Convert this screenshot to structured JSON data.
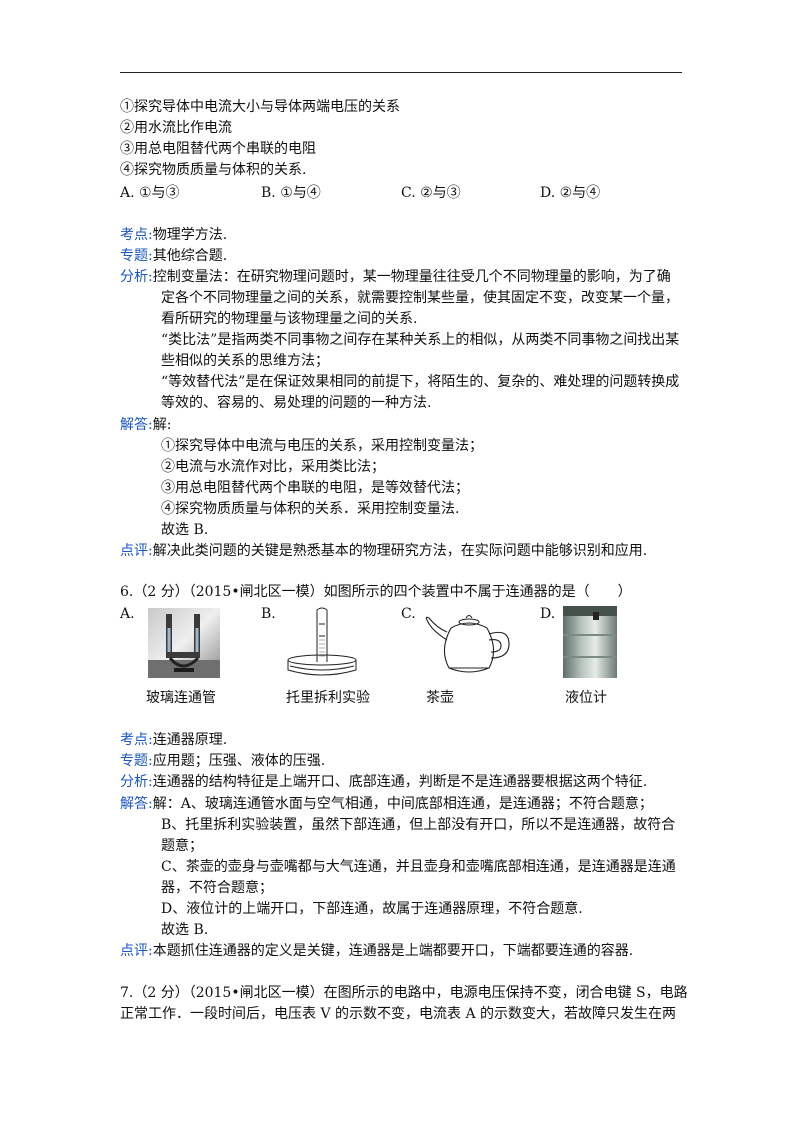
{
  "q5": {
    "items": [
      "①探究导体中电流大小与导体两端电压的关系",
      "②用水流比作电流",
      "③用总电阻替代两个串联的电阻",
      "④探究物质质量与体积的关系."
    ],
    "options": [
      "A.  ①与③",
      "B.  ①与④",
      "C.  ②与③",
      "D.  ②与④"
    ],
    "kaodian_label": "考点:",
    "kaodian": "物理学方法.",
    "zhuanti_label": "专题:",
    "zhuanti": "其他综合题.",
    "fenxi_label": "分析:",
    "fenxi": [
      "控制变量法：在研究物理问题时，某一物理量往往受几个不同物理量的影响，为了确",
      "定各个不同物理量之间的关系，就需要控制某些量，使其固定不变，改变某一个量，",
      "看所研究的物理量与该物理量之间的关系.",
      "“类比法”是指两类不同事物之间存在某种关系上的相似，从两类不同事物之间找出某",
      "些相似的关系的思维方法；",
      "“等效替代法”是在保证效果相同的前提下，将陌生的、复杂的、难处理的问题转换成",
      "等效的、容易的、易处理的问题的一种方法."
    ],
    "jieda_label": "解答:",
    "jieda": [
      "解:",
      "①探究导体中电流与电压的关系，采用控制变量法；",
      "②电流与水流作对比，采用类比法；",
      "③用总电阻替代两个串联的电阻，是等效替代法；",
      "④探究物质质量与体积的关系．采用控制变量法.",
      "故选 B."
    ],
    "dianping_label": "点评:",
    "dianping": "解决此类问题的关键是熟悉基本的物理研究方法，在实际问题中能够识别和应用."
  },
  "q6": {
    "stem": "6.（2 分）（2015•闸北区一模）如图所示的四个装置中不属于连通器的是（　　）",
    "options": [
      {
        "letter": "A.",
        "caption": "玻璃连通管"
      },
      {
        "letter": "B.",
        "caption": "托里拆利实验"
      },
      {
        "letter": "C.",
        "caption": "茶壶"
      },
      {
        "letter": "D.",
        "caption": "液位计"
      }
    ],
    "kaodian_label": "考点:",
    "kaodian": "连通器原理.",
    "zhuanti_label": "专题:",
    "zhuanti": "应用题；压强、液体的压强.",
    "fenxi_label": "分析:",
    "fenxi": "连通器的结构特征是上端开口、底部连通，判断是不是连通器要根据这两个特征.",
    "jieda_label": "解答:",
    "jieda_first": "解：A、玻璃连通管水面与空气相通，中间底部相连通，是连通器；不符合题意；",
    "jieda": [
      "B、托里拆利实验装置，虽然下部连通，但上部没有开口，所以不是连通器，故符合",
      "题意；",
      "C、茶壶的壶身与壶嘴都与大气连通，并且壶身和壶嘴底部相连通，是连通器是连通",
      "器，不符合题意；",
      "D、液位计的上端开口，下部连通，故属于连通器原理，不符合题意.",
      "故选 B."
    ],
    "dianping_label": "点评:",
    "dianping": "本题抓住连通器的定义是关键，连通器是上端都要开口，下端都要连通的容器."
  },
  "q7": {
    "lines": [
      "7.（2 分）（2015•闸北区一模）在图所示的电路中，电源电压保持不变，闭合电键 S，电路",
      "正常工作．一段时间后，电压表 V 的示数不变，电流表 A 的示数变大，若故障只发生在两"
    ]
  }
}
